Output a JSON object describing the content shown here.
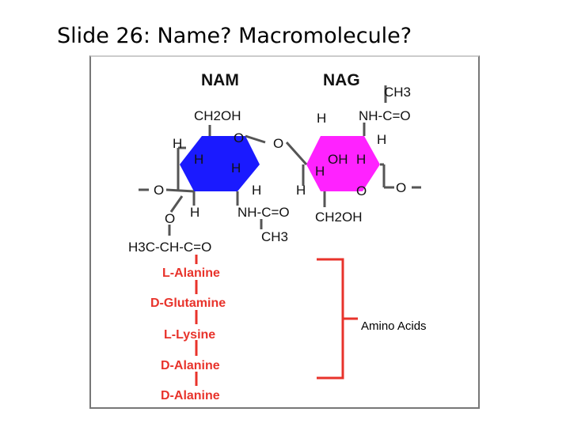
{
  "slide": {
    "title": "Slide 26:  Name?  Macromolecule?"
  },
  "labels": {
    "nam": "NAM",
    "nag": "NAG",
    "ch3_top": "CH3",
    "h_top": "H",
    "nh_c_o_right": "NH-C=O",
    "ch2oh_left": "CH2OH",
    "o_ring_left": "O",
    "o_bridge": "O",
    "h_left1": "H",
    "h_left2": "H",
    "h_left3": "H",
    "h_nag1": "H",
    "h_nag2": "H",
    "oh_nag": "OH",
    "h_nag3": "H",
    "o_left_end": "O",
    "o_right_end": "O",
    "h_left4": "H",
    "h_mid1": "H",
    "h_mid2": "H",
    "o_nag_ring": "O",
    "nh_c_o_left": "NH-C=O",
    "ch2oh_right": "CH2OH",
    "o_lactyl": "O",
    "ch3_lower": "CH3",
    "h3c_chain": "H3C-CH-C=O"
  },
  "peptide": [
    "L-Alanine",
    "D-Glutamine",
    "L-Lysine",
    "D-Alanine",
    "D-Alanine"
  ],
  "bracket_label": "Amino Acids",
  "colors": {
    "nam": "#1a1aff",
    "nag": "#ff22ff",
    "peptide": "#e8332b"
  }
}
